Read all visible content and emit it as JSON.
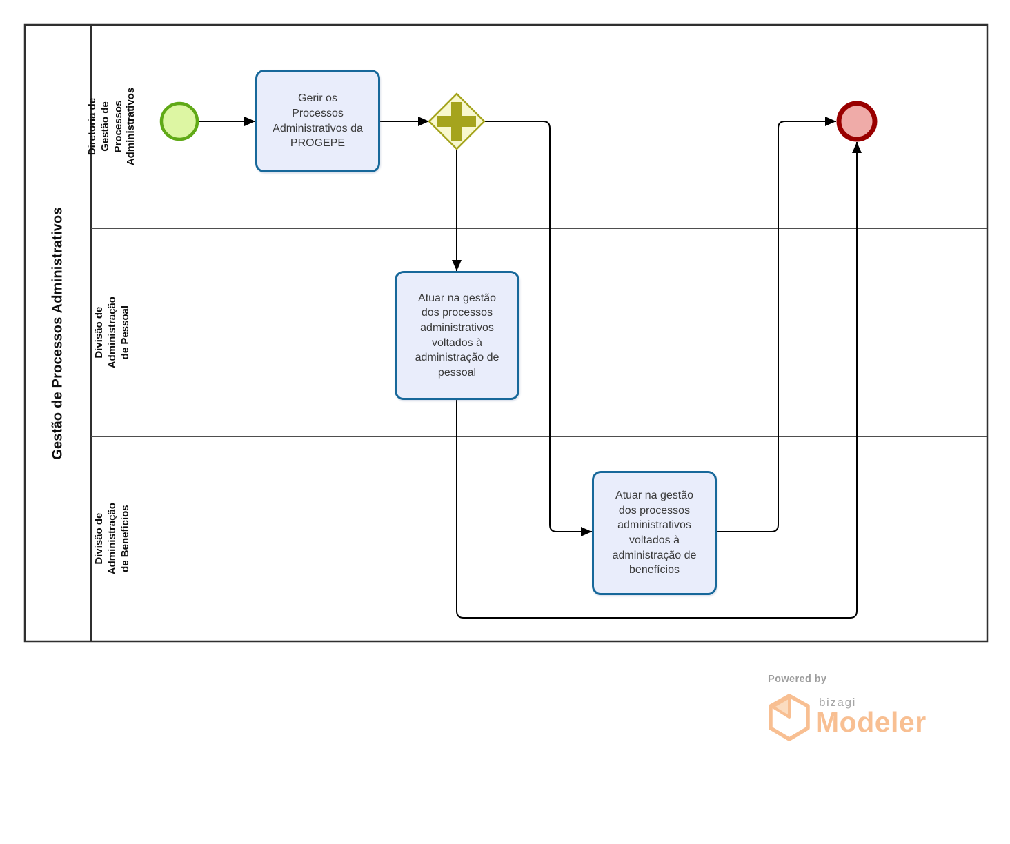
{
  "pool": {
    "title": "Gestão de Processos Administrativos"
  },
  "lanes": [
    {
      "label": "Diretoria de Gestão de Processos Administrativos"
    },
    {
      "label": "Divisão de Administração de Pessoal"
    },
    {
      "label": "Divisão de Administração de Benefícios"
    }
  ],
  "nodes": {
    "task_gerir": {
      "label": "Gerir os Processos Administrativos da PROGEPE"
    },
    "task_pessoal": {
      "label": "Atuar na gestão dos processos administrativos voltados à administração de pessoal"
    },
    "task_beneficios": {
      "label": "Atuar na gestão dos processos administrativos voltados à administração de benefícios"
    }
  },
  "colors": {
    "task_fill": "#e9edfb",
    "task_border": "#17689a",
    "gateway_fill": "#f8f8ce",
    "gateway_border": "#a5a41d",
    "start_fill": "#ddf6a3",
    "start_border": "#60a917",
    "end_fill": "#efaba8",
    "end_border": "#990000",
    "flow_line": "#000000",
    "lane_border": "#4e4e4e",
    "pool_border": "#2f2f2f",
    "logo_orange": "#f8bf92",
    "logo_fold": "#fbdcc0",
    "logo_gray": "#9d9d9d"
  },
  "logo": {
    "powered_by": "Powered by",
    "brand": "bizagi",
    "product": "Modeler"
  }
}
